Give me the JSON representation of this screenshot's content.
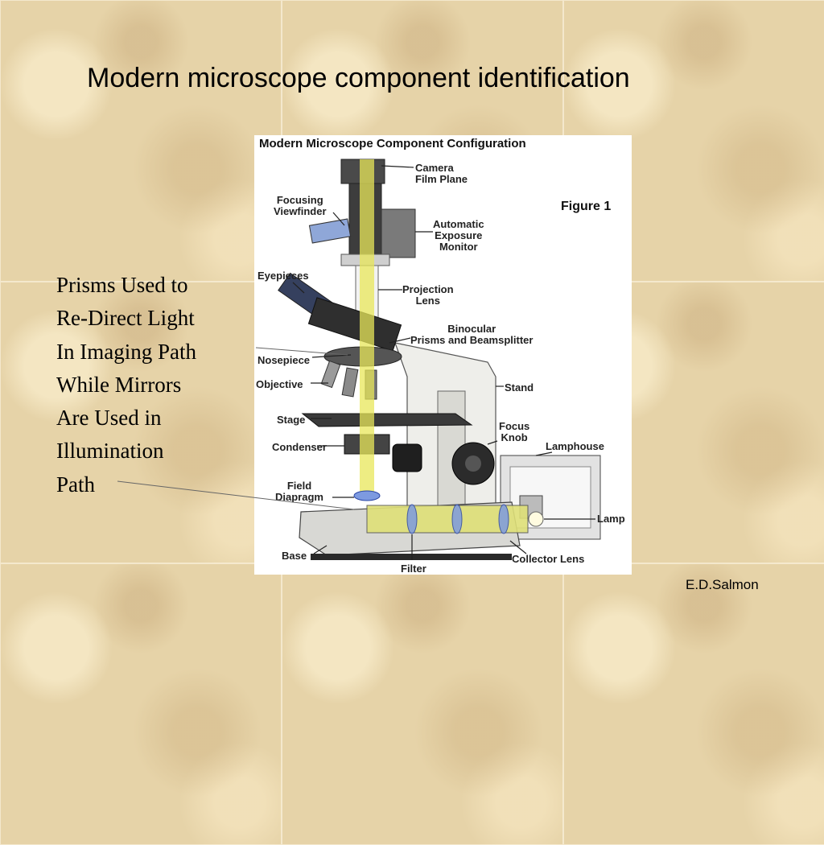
{
  "slide": {
    "title": "Modern microscope component identification",
    "caption_lines": [
      "Prisms Used to",
      "Re-Direct Light",
      "In Imaging Path",
      "While Mirrors",
      "Are Used in",
      "Illumination",
      "Path"
    ],
    "author": "E.D.Salmon"
  },
  "figure": {
    "title": "Modern Microscope Component Configuration",
    "number": "Figure 1",
    "labels": {
      "camera": [
        "Camera",
        "Film Plane"
      ],
      "focusing_viewfinder": [
        "Focusing",
        "Viewfinder"
      ],
      "automatic_exposure": [
        "Automatic",
        "Exposure",
        "Monitor"
      ],
      "eyepieces": [
        "Eyepieces"
      ],
      "projection_lens": [
        "Projection",
        "Lens"
      ],
      "binocular": [
        "Binocular",
        "Prisms and Beamsplitter"
      ],
      "nosepiece": [
        "Nosepiece"
      ],
      "objective": [
        "Objective"
      ],
      "stand": [
        "Stand"
      ],
      "stage": [
        "Stage"
      ],
      "focus_knob": [
        "Focus",
        "Knob"
      ],
      "condenser": [
        "Condenser"
      ],
      "lamphouse": [
        "Lamphouse"
      ],
      "field_diaphragm": [
        "Field",
        "Diapragm"
      ],
      "lamp": [
        "Lamp"
      ],
      "base": [
        "Base"
      ],
      "filter": [
        "Filter"
      ],
      "collector_lens": [
        "Collector Lens"
      ]
    }
  }
}
